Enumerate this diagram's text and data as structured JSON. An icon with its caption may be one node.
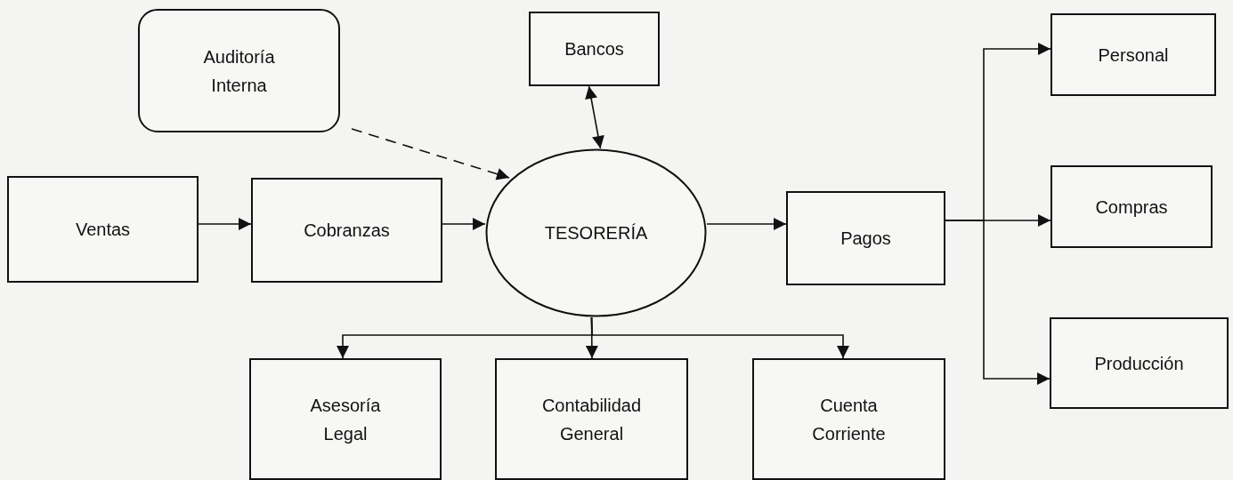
{
  "diagram": {
    "nodes": [
      {
        "text": [
          "Auditoría Interna"
        ]
      },
      {
        "text": [
          "Bancos"
        ]
      },
      {
        "text": [
          "Personal"
        ]
      },
      {
        "text": [
          "Ventas"
        ]
      },
      {
        "text": [
          "Cobranzas"
        ]
      },
      {
        "text": [
          "TESORERÍA"
        ]
      },
      {
        "text": [
          "Pagos"
        ]
      },
      {
        "text": [
          "Compras"
        ]
      },
      {
        "text": [
          "Producción"
        ]
      },
      {
        "text": [
          "Asesoría Legal"
        ]
      },
      {
        "text": [
          "Contabilidad General"
        ]
      },
      {
        "text": [
          "Cuenta Corriente"
        ]
      }
    ],
    "edges": [
      {
        "from": 0,
        "to": 5,
        "arrow": "to",
        "style": "dashed"
      },
      {
        "from": 1,
        "to": 5,
        "arrow": "both"
      },
      {
        "from": 3,
        "to": 4,
        "arrow": "to"
      },
      {
        "from": 4,
        "to": 5,
        "arrow": "to"
      },
      {
        "from": 5,
        "to": 6,
        "arrow": "to"
      },
      {
        "from": 6,
        "to": 2,
        "arrow": "to"
      },
      {
        "from": 6,
        "to": 7,
        "arrow": "to"
      },
      {
        "from": 6,
        "to": 8,
        "arrow": "to"
      },
      {
        "from": 5,
        "to": 9,
        "arrow": "to"
      },
      {
        "from": 5,
        "to": 10,
        "arrow": "to"
      },
      {
        "from": 5,
        "to": 11,
        "arrow": "to"
      }
    ]
  }
}
